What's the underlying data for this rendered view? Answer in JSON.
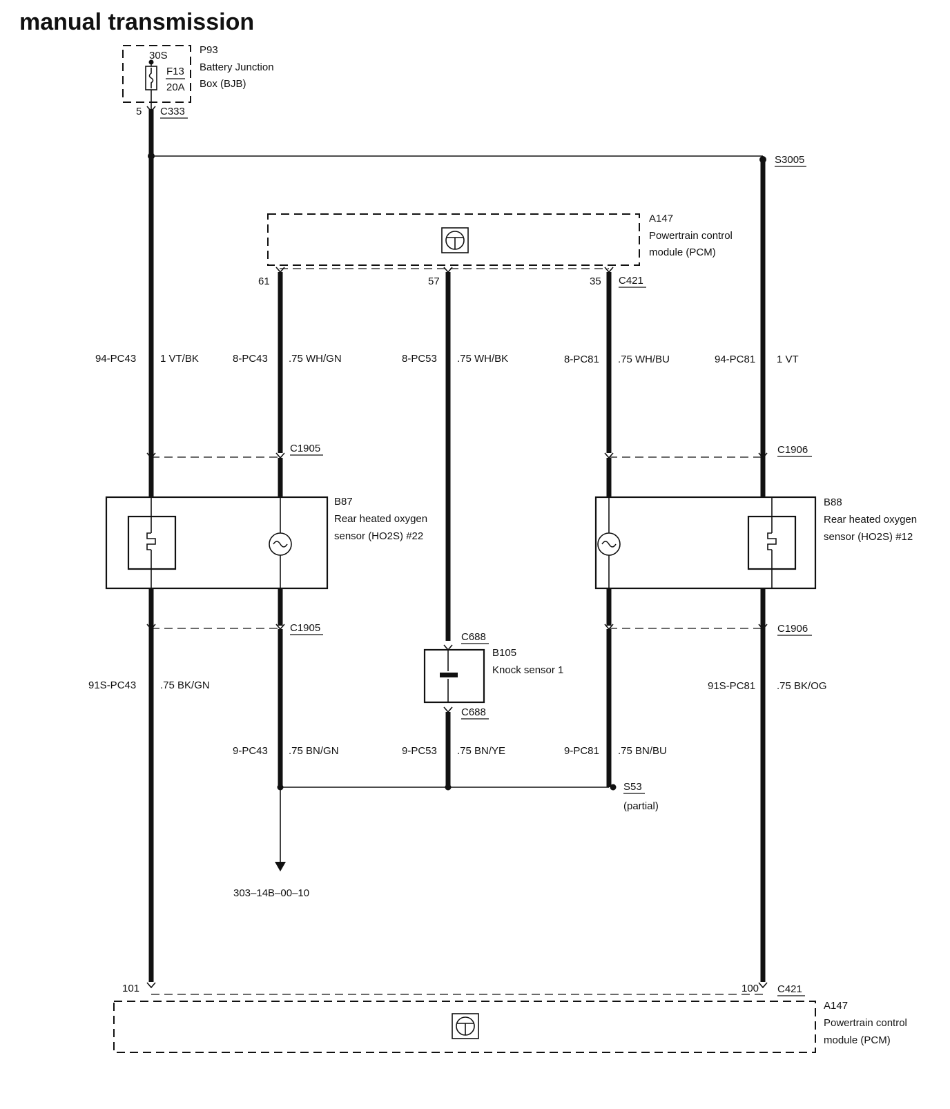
{
  "title": "manual transmission",
  "fuse_box": {
    "id": "P93",
    "name_line1": "Battery Junction",
    "name_line2": "Box (BJB)",
    "terminal": "30S",
    "fuse": "F13",
    "rating": "20A",
    "pin": "5",
    "connector": "C333"
  },
  "splice_top": "S3005",
  "pcm_top": {
    "id": "A147",
    "name_line1": "Powertrain control",
    "name_line2": "module (PCM)",
    "connector": "C421",
    "pins": [
      "61",
      "57",
      "35"
    ]
  },
  "wires_upper": [
    {
      "circuit": "94-PC43",
      "spec": "1 VT/BK"
    },
    {
      "circuit": "8-PC43",
      "spec": ".75 WH/GN"
    },
    {
      "circuit": "8-PC53",
      "spec": ".75 WH/BK"
    },
    {
      "circuit": "8-PC81",
      "spec": ".75 WH/BU"
    },
    {
      "circuit": "94-PC81",
      "spec": "1 VT"
    }
  ],
  "sensor_left": {
    "id": "B87",
    "name_line1": "Rear heated oxygen",
    "name_line2": "sensor (HO2S) #22",
    "connector_top": "C1905",
    "connector_bottom": "C1905"
  },
  "sensor_right": {
    "id": "B88",
    "name_line1": "Rear heated oxygen",
    "name_line2": "sensor (HO2S) #12",
    "connector_top": "C1906",
    "connector_bottom": "C1906"
  },
  "knock_sensor": {
    "id": "B105",
    "name": "Knock sensor 1",
    "connector_top": "C688",
    "connector_bottom": "C688"
  },
  "wires_lower_outer": [
    {
      "circuit": "91S-PC43",
      "spec": ".75 BK/GN"
    },
    {
      "circuit": "91S-PC81",
      "spec": ".75 BK/OG"
    }
  ],
  "wires_lower_inner": [
    {
      "circuit": "9-PC43",
      "spec": ".75 BN/GN"
    },
    {
      "circuit": "9-PC53",
      "spec": ".75 BN/YE"
    },
    {
      "circuit": "9-PC81",
      "spec": ".75 BN/BU"
    }
  ],
  "splice_bottom": {
    "id": "S53",
    "note": "(partial)"
  },
  "reference": "303–14B–00–10",
  "pcm_bottom": {
    "id": "A147",
    "name_line1": "Powertrain control",
    "name_line2": "module (PCM)",
    "connector": "C421",
    "pins": [
      "101",
      "100"
    ]
  }
}
